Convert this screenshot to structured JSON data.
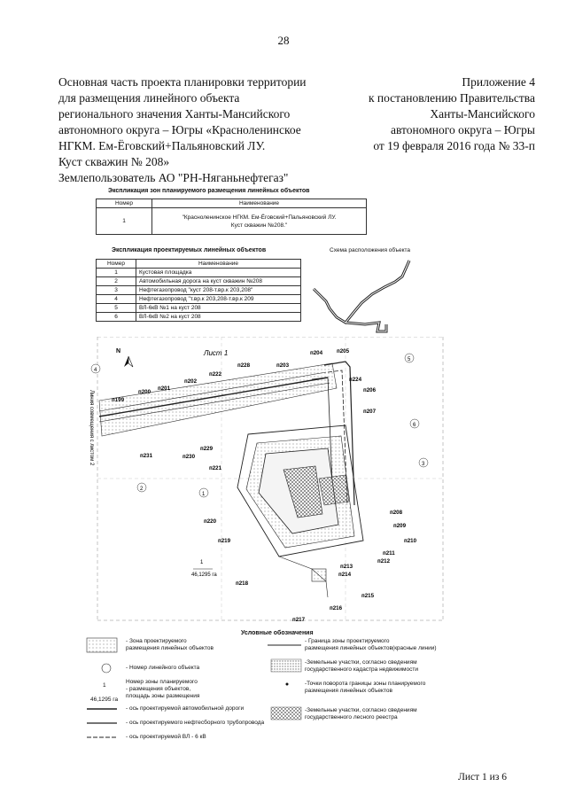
{
  "page_number": "28",
  "header_left": {
    "line1": "Основная часть проекта планировки территории",
    "line2": "для размещения линейного объекта",
    "line3": "регионального значения Ханты-Мансийского",
    "line4": "автономного округа – Югры  «Красноленинское",
    "line5": "НГКМ. Ем-Ёговский+Пальяновский ЛУ.",
    "line6": "Куст скважин № 208»",
    "line7": "Землепользователь АО \"РН-Няганьнефтегаз\""
  },
  "header_right": {
    "line1": "Приложение 4",
    "line2": "к постановлению Правительства",
    "line3": "Ханты-Мансийского",
    "line4": "автономного округа – Югры",
    "line5": "от 19 февраля 2016 года № 33-п"
  },
  "zones_table": {
    "title": "Экспликация зон планируемого размещения линейных объектов",
    "col_number": "Номер",
    "col_name": "Наименование",
    "row_number": "1",
    "row_name_1": "\"Красноленинское НГКМ. Ем-Ёговский+Пальяновский ЛУ.",
    "row_name_2": "Куст скважин №208.\""
  },
  "objects_table": {
    "title": "Экспликация проектируемых линейных объектов",
    "col_number": "Номер",
    "col_name": "Наименование",
    "rows": [
      {
        "n": "1",
        "name": "Кустовая площадка"
      },
      {
        "n": "2",
        "name": "Автомобильная дорога на куст скважин №208"
      },
      {
        "n": "3",
        "name": "Нефтегазопровод \"куст 208-т.вр.к 203,208\""
      },
      {
        "n": "4",
        "name": "Нефтегазопровод \"т.вр.к 203,208-т.вр.к 209"
      },
      {
        "n": "5",
        "name": "ВЛ-6кВ №1 на куст 208"
      },
      {
        "n": "6",
        "name": "ВЛ-6кВ №2 на куст 208"
      }
    ]
  },
  "scheme_label": "Схема расположения объекта",
  "map": {
    "north": "N",
    "sheet": "Лист 1",
    "side_label": "Линия совмещения с листом 2",
    "area_number": "1",
    "area_value": "46,1295 га",
    "points": [
      "п199",
      "п200",
      "п201",
      "п202",
      "п222",
      "п228",
      "п203",
      "п204",
      "п205",
      "п224",
      "п206",
      "п207",
      "п231",
      "п230",
      "п229",
      "п221",
      "п220",
      "п219",
      "п218",
      "п208",
      "п209",
      "п210",
      "п211",
      "п212",
      "п213",
      "п214",
      "п215",
      "п216",
      "п217"
    ],
    "object_numbers": [
      "4",
      "5",
      "6",
      "3",
      "2",
      "1"
    ]
  },
  "legend": {
    "title": "Условные обозначения",
    "zone_1": "- Зона проектируемого",
    "zone_2": "размещения линейных объектов",
    "border_1": "- Граница зоны проектируемого",
    "border_2": "размещения линейных объектов(красные линии)",
    "objnum": "- Номер линейного объекта",
    "land_1": "-Земельные участки, согласно сведениям",
    "land_2": "государственного кадастра недвижимости",
    "zonenum_1": "Номер зоны планируемого",
    "zonenum_2": "- размещения объектов,",
    "zonenum_3": "площадь зоны размещения",
    "sample_num": "1",
    "sample_area": "46,1295 га",
    "points_1": "-Точки поворота границы зоны планируемого",
    "points_2": "размещения линейных объектов",
    "road": "- ось проектируемой автомобильной дороги",
    "forest_1": "-Земельные участки, согласно сведениям",
    "forest_2": "государственного лесного реестра",
    "pipe": "- ось проектируемого нефтесборного трубопровода",
    "vl": "- ось проектируемой ВЛ - 6 кВ"
  },
  "footer": "Лист 1 из 6"
}
